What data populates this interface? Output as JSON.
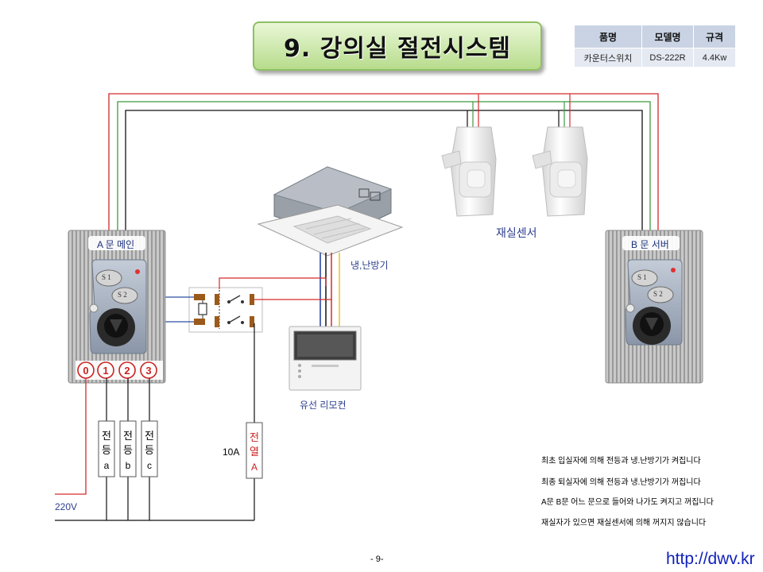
{
  "title": "9. 강의실 절전시스템",
  "spec_table": {
    "headers": [
      "품명",
      "모델명",
      "규격"
    ],
    "row": [
      "카운터스위치",
      "DS-222R",
      "4.4Kw"
    ]
  },
  "labels": {
    "switch_a": "A 문 메인",
    "switch_b": "B 문 서버",
    "sensor": "재실센서",
    "aircon": "냉,난방기",
    "remote": "유선 리모컨",
    "supply": "220V",
    "breaker": "10A"
  },
  "buttons": {
    "s1": "S 1",
    "s2": "S 2"
  },
  "terminals": [
    "0",
    "1",
    "2",
    "3"
  ],
  "loads": [
    {
      "top": "전",
      "mid": "등",
      "bottom": "a"
    },
    {
      "top": "전",
      "mid": "등",
      "bottom": "b"
    },
    {
      "top": "전",
      "mid": "등",
      "bottom": "c"
    },
    {
      "top": "전",
      "mid": "열",
      "bottom": "A"
    }
  ],
  "notes": [
    "최초 입실자에 의해 전등과 냉.난방기가 켜집니다",
    "최종 퇴실자에 의해 전등과 냉.난방기가 꺼집니다",
    "A문 B문 어느 문으로 들어와 나가도 켜지고 꺼집니다",
    "재실자가 있으면 재실센서에 의해 꺼지지 않습니다"
  ],
  "footer": "- 9-",
  "url": "http://dwv.kr",
  "colors": {
    "red_wire": "#d42a2a",
    "green_wire": "#3f9a3f",
    "black_wire": "#111111",
    "blue_wire": "#1f3c9a",
    "yellow_wire": "#f0c020",
    "terminal_red": "#cc2222",
    "label_blue": "#2d3f8f"
  }
}
